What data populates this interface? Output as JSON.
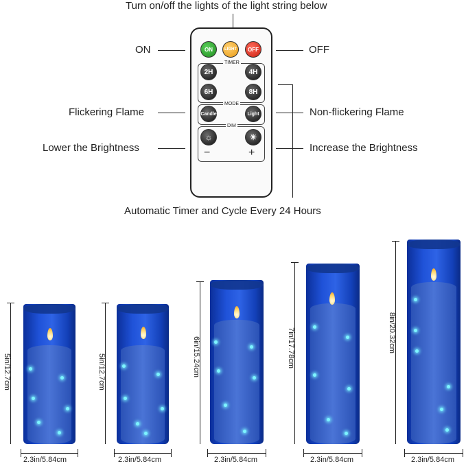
{
  "header": {
    "top_caption": "Turn on/off the lights of the light string below"
  },
  "remote": {
    "buttons": {
      "on": "ON",
      "light": "LIGHT",
      "off": "OFF",
      "t2": "2H",
      "t4": "4H",
      "t6": "6H",
      "t8": "8H",
      "candle": "Candle",
      "light_mode": "Light"
    },
    "sections": {
      "timer": "TIMER",
      "mode": "MODE",
      "dim": "DIM"
    },
    "minus": "−",
    "plus": "+"
  },
  "labels": {
    "on": "ON",
    "off": "OFF",
    "flickering": "Flickering Flame",
    "non_flickering": "Non-flickering Flame",
    "lower": "Lower the Brightness",
    "increase": "Increase the Brightness",
    "bottom_caption": "Automatic Timer and Cycle Every 24 Hours"
  },
  "candles": [
    {
      "height_label": "5in/12.7cm",
      "width_label": "2.3in/5.84cm"
    },
    {
      "height_label": "5in/12.7cm",
      "width_label": "2.3in/5.84cm"
    },
    {
      "height_label": "6in/15.24cm",
      "width_label": "2.3in/5.84cm"
    },
    {
      "height_label": "7in/17.78cm",
      "width_label": "2.3in/5.84cm"
    },
    {
      "height_label": "8in/20.32cm",
      "width_label": "2.3in/5.84cm"
    }
  ],
  "colors": {
    "glass": "#1f52d8",
    "led": "#7df4ff",
    "flame": "#ffd66a"
  }
}
